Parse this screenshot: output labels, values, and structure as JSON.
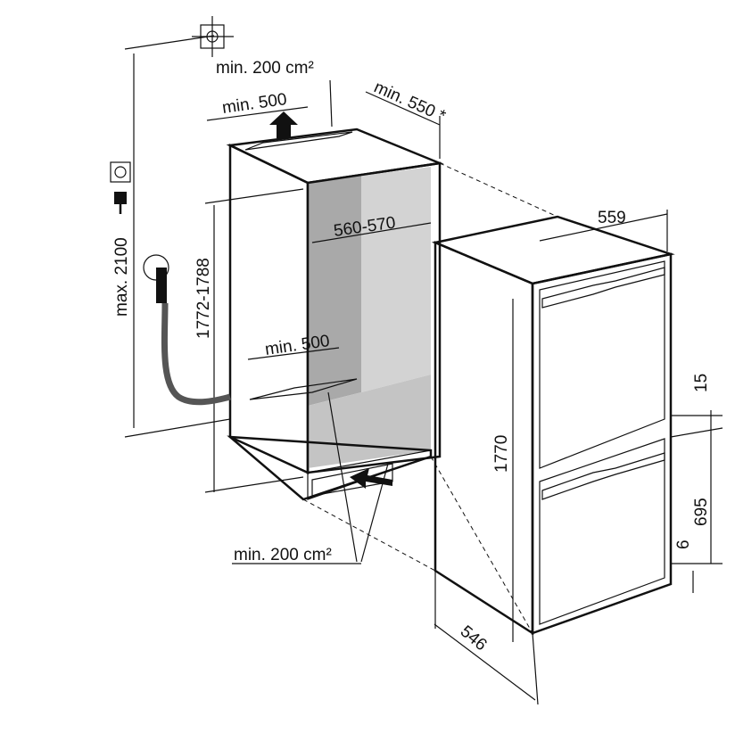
{
  "diagram": {
    "niche": {
      "top_vent_area": "min. 200 cm²",
      "top_vent_depth": "min. 500",
      "depth": "min. 550 *",
      "max_height": "max. 2100",
      "niche_height": "1772-1788",
      "niche_width": "560-570",
      "bottom_vent_depth": "min. 500",
      "bottom_vent_area": "min. 200 cm²"
    },
    "appliance": {
      "width": "559",
      "height": "1770",
      "depth": "546",
      "door_gap": "15",
      "lower_door_height": "695",
      "bottom_offset": "6"
    },
    "icons": [
      "level-icon",
      "power-socket-icon",
      "plug-icon",
      "water-tap-icon"
    ]
  }
}
